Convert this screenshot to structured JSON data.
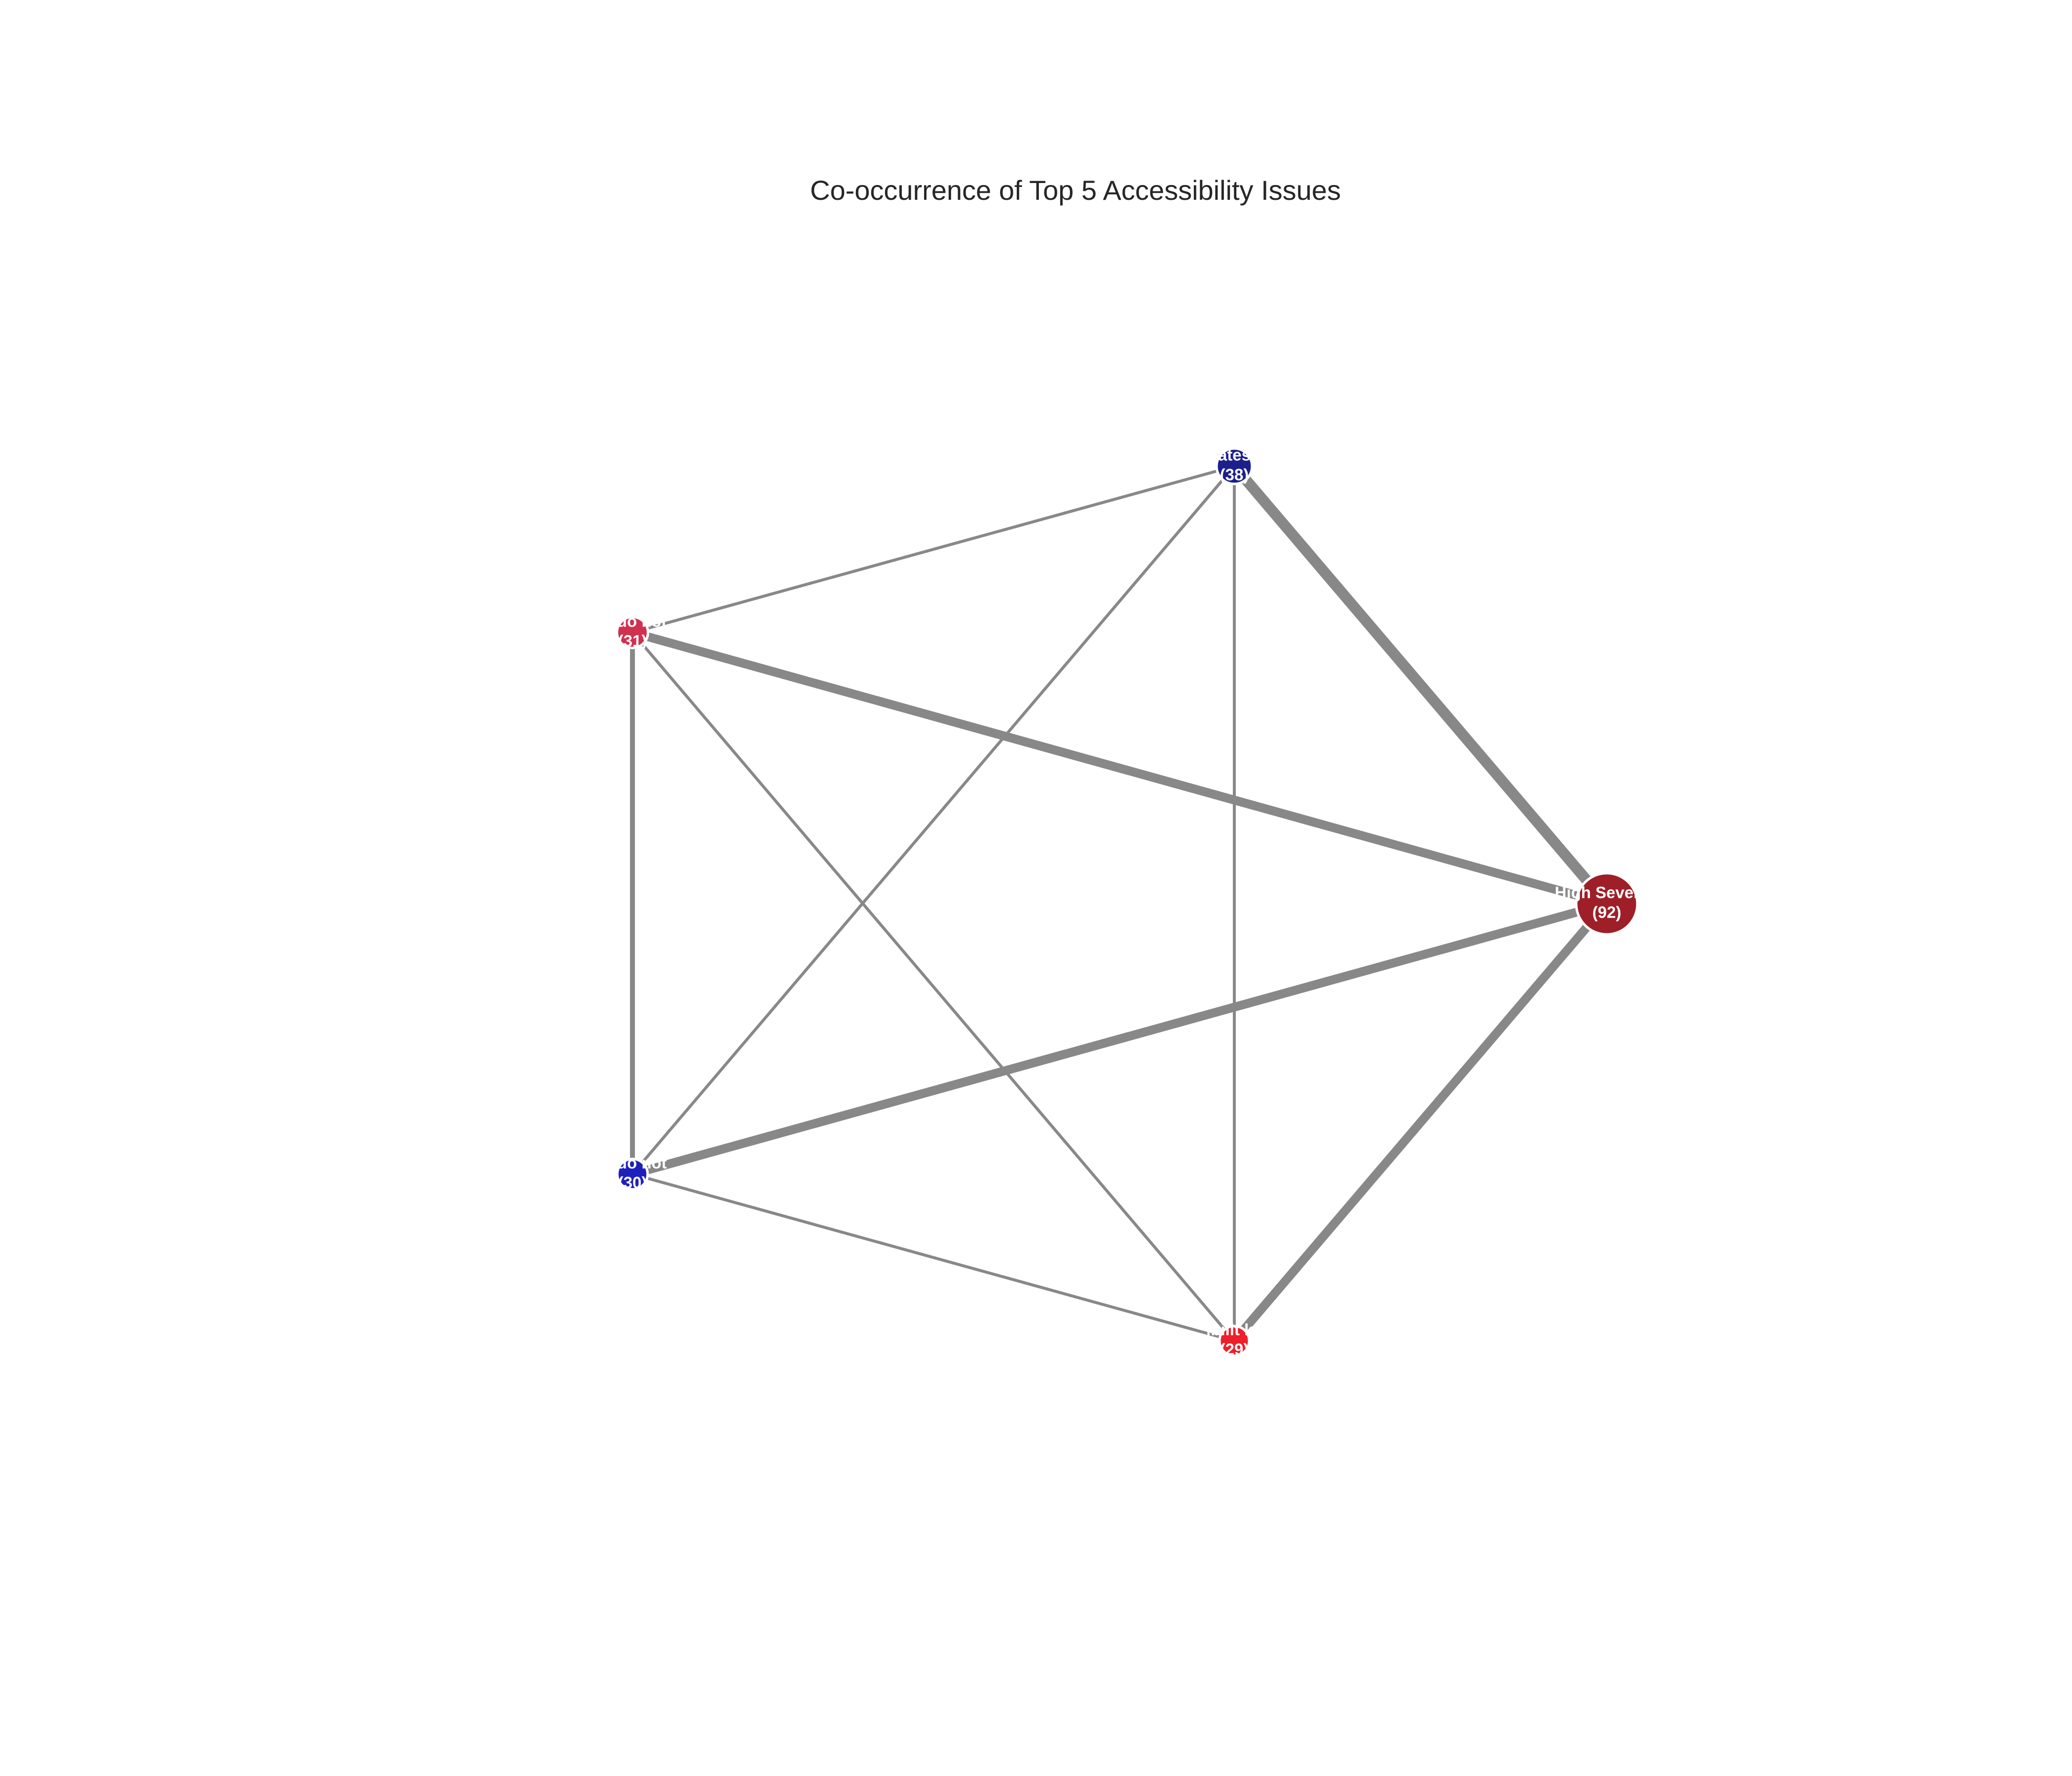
{
  "title": "Co-occurrence of Top 5 Accessibility Issues",
  "diagram": {
    "type": "network",
    "nodes": [
      {
        "id": "high_severity",
        "label": "High Severity",
        "count": 92,
        "count_label": "(92)",
        "color": "#9e1f28"
      },
      {
        "id": "node_38",
        "label": "ates",
        "count": 38,
        "count_label": "(38)",
        "color": "#1d1f8c"
      },
      {
        "id": "node_31",
        "label": "ts do not",
        "count": 31,
        "count_label": "(31)",
        "color": "#d1304f"
      },
      {
        "id": "node_30",
        "label": "ts do not",
        "count": 30,
        "count_label": "(30)",
        "color": "#1f1fbd"
      },
      {
        "id": "node_29",
        "label": "ibilit ks",
        "count": 29,
        "count_label": "(29)",
        "color": "#ee1f2a"
      }
    ],
    "edges": [
      {
        "source": "node_38",
        "target": "high_severity",
        "weight": 6
      },
      {
        "source": "node_31",
        "target": "high_severity",
        "weight": 5
      },
      {
        "source": "node_30",
        "target": "high_severity",
        "weight": 5
      },
      {
        "source": "node_29",
        "target": "high_severity",
        "weight": 5
      },
      {
        "source": "node_31",
        "target": "node_30",
        "weight": 3
      },
      {
        "source": "node_31",
        "target": "node_38",
        "weight": 2
      },
      {
        "source": "node_31",
        "target": "node_29",
        "weight": 2
      },
      {
        "source": "node_38",
        "target": "node_30",
        "weight": 2
      },
      {
        "source": "node_38",
        "target": "node_29",
        "weight": 2
      },
      {
        "source": "node_30",
        "target": "node_29",
        "weight": 2
      }
    ]
  }
}
